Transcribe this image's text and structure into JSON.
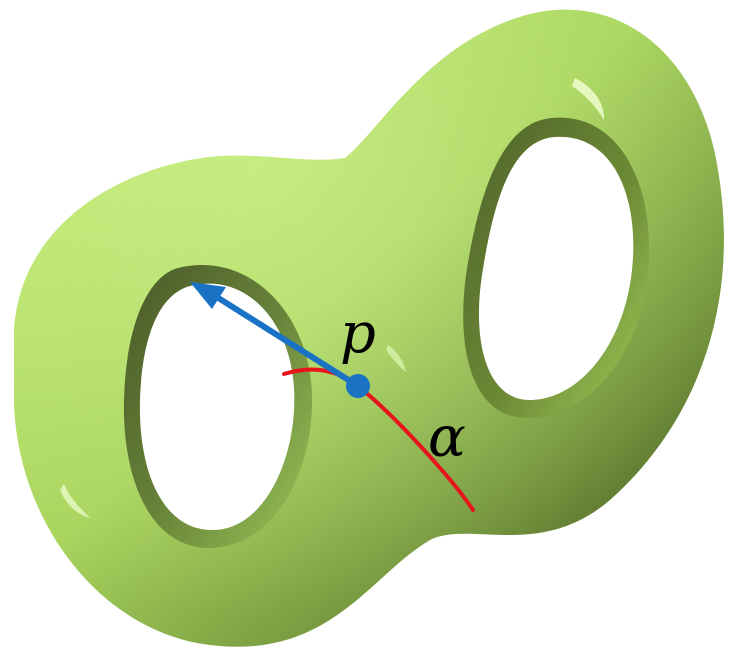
{
  "figure": {
    "labels": {
      "point": "p",
      "curve": "α"
    },
    "colors": {
      "surface": "#b8e46a",
      "surface_shade": "#3d4a1e",
      "curve": "#e8141c",
      "vector": "#1a72c4",
      "point": "#1a72c4",
      "background": "#ffffff"
    },
    "elements": {
      "surface": "double-torus-surface",
      "curve": "curve-alpha",
      "vector": "tangent-vector-arrow",
      "point": "point-p"
    }
  }
}
